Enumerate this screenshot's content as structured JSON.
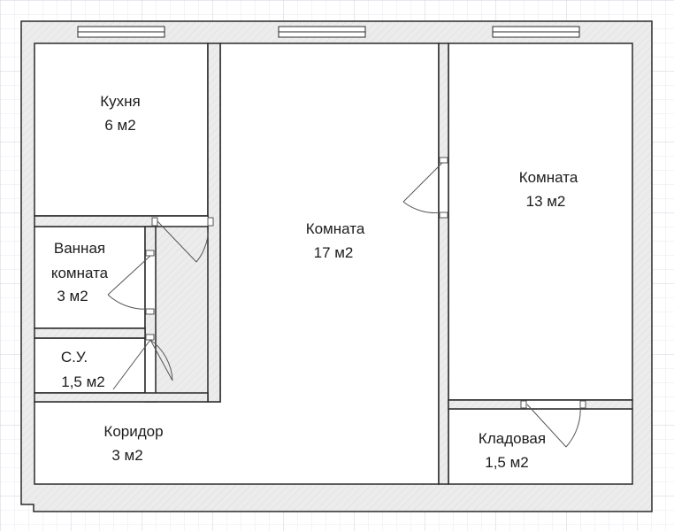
{
  "rooms": {
    "kitchen": {
      "name": "Кухня",
      "area": "6 м2"
    },
    "living": {
      "name": "Комната",
      "area": "17 м2"
    },
    "bedroom": {
      "name": "Комната",
      "area": "13 м2"
    },
    "bathroom": {
      "name_line1": "Ванная",
      "name_line2": "комната",
      "area": "3 м2"
    },
    "wc": {
      "name": "С.У.",
      "area": "1,5 м2"
    },
    "corridor": {
      "name": "Коридор",
      "area": "3 м2"
    },
    "storage": {
      "name": "Кладовая",
      "area": "1,5 м2"
    }
  },
  "colors": {
    "grid_minor": "#eaeaf0",
    "grid_major": "#d2d2dc",
    "wall_fill": "#ececec",
    "wall_stroke": "#2a2a2a",
    "room_fill": "#ffffff",
    "window_fill": "#ffffff",
    "door_stroke": "#555555"
  }
}
